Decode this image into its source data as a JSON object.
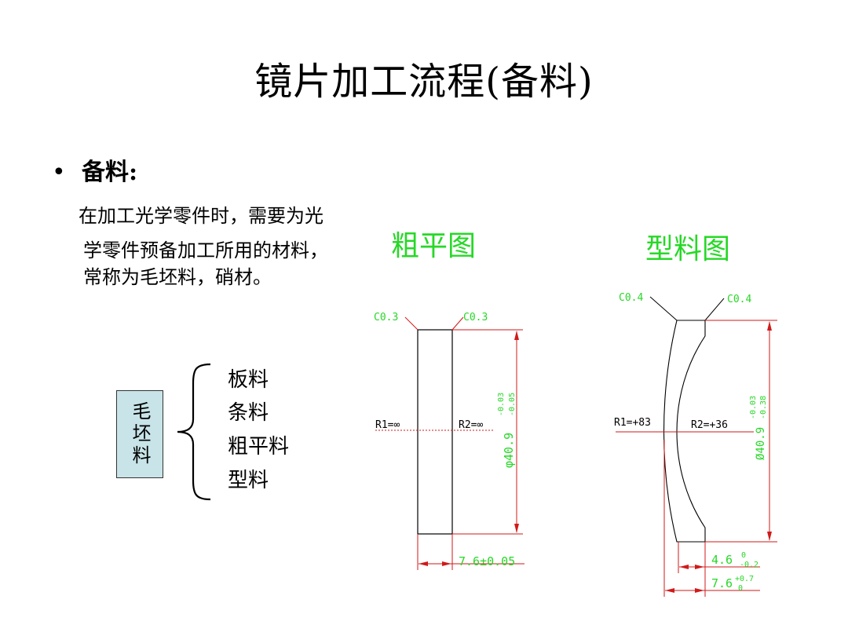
{
  "slide": {
    "title": "镜片加工流程(备料)",
    "bullet_symbol": "•",
    "bullet_heading": "备料:",
    "paragraph_lines": [
      "在加工光学零件时，需要为光",
      "学零件预备加工所用的材料，",
      "常称为毛坯料，硝材。"
    ],
    "blank_label": "毛坯料",
    "blank_types": [
      "板料",
      "条料",
      "粗平料",
      "型料"
    ]
  },
  "rough_drawing": {
    "title": "粗平图",
    "chamfer_left": "C0.3",
    "chamfer_right": "C0.3",
    "r1": "R1=∞",
    "r2": "R2=∞",
    "diameter_main": "φ40.9",
    "diameter_tol_upper": "-0.03",
    "diameter_tol_lower": "-0.05",
    "thickness": "7.6±0.05"
  },
  "profile_drawing": {
    "title": "型料图",
    "chamfer_left": "C0.4",
    "chamfer_right": "C0.4",
    "r1": "R1=+83",
    "r2": "R2=+36",
    "diameter_main": "Ø40.9",
    "diameter_tol_upper": "-0.03",
    "diameter_tol_lower": "-0.38",
    "thickness_main": "4.6",
    "thickness_tol_upper": "0",
    "thickness_tol_lower": "-0.2",
    "thickness2_main": "7.6",
    "thickness2_tol_upper": "+0.7",
    "thickness2_tol_lower": "0"
  },
  "colors": {
    "dim_green": "#27d827",
    "dim_red": "#d11a1a",
    "box_fill": "#c8e4e8"
  }
}
